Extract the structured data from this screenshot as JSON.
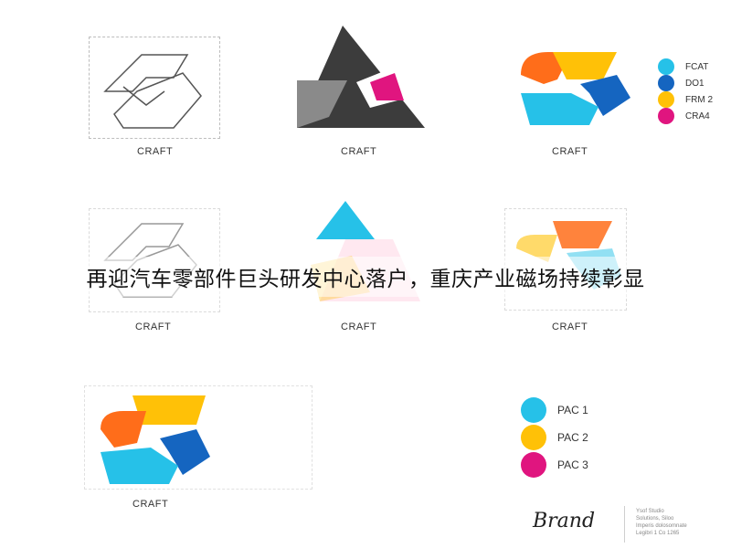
{
  "headline": "再迎汽车零部件巨头研发中心落户，重庆产业磁场持续彰显",
  "captions": {
    "c1": "CRAFT",
    "c2": "CRAFT",
    "c3": "CRAFT",
    "c4": "CRAFT",
    "c5": "CRAFT",
    "c6": "CRAFT",
    "c7": "CRAFT"
  },
  "palette_top": [
    {
      "label": "FCAT",
      "color": "#26c1e8"
    },
    {
      "label": "DO1",
      "color": "#1565c0"
    },
    {
      "label": "FRM 2",
      "color": "#ffc107"
    },
    {
      "label": "CRA4",
      "color": "#e0157f"
    }
  ],
  "palette_bottom": [
    {
      "label": "PAC 1",
      "color": "#26c1e8"
    },
    {
      "label": "PAC 2",
      "color": "#ffc107"
    },
    {
      "label": "PAC 3",
      "color": "#e0157f"
    }
  ],
  "brand": {
    "signature": "Brand",
    "lines": [
      "Ysof Studio",
      "Solutions, Siloo",
      "Imperis dolosomnate",
      "Legibri 1 Co 1265"
    ]
  },
  "colors": {
    "orange": "#ff6d1a",
    "yellow": "#ffc107",
    "blue": "#1565c0",
    "cyan": "#26c1e8",
    "magenta": "#e0157f",
    "dark": "#3c3c3c"
  }
}
